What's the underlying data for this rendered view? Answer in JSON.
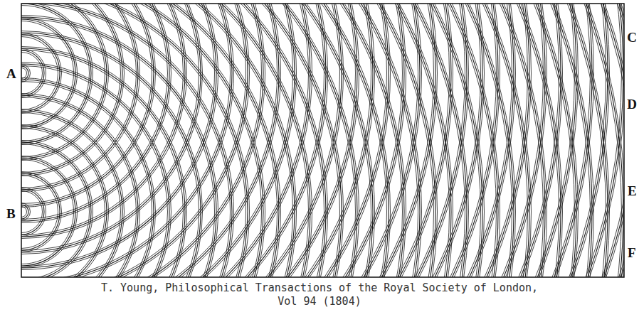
{
  "diagram": {
    "caption": "T. Young, Philosophical Transactions of the Royal Society of London, Vol 94 (1804)",
    "labels": [
      "A",
      "B",
      "C",
      "D",
      "E",
      "F"
    ]
  }
}
